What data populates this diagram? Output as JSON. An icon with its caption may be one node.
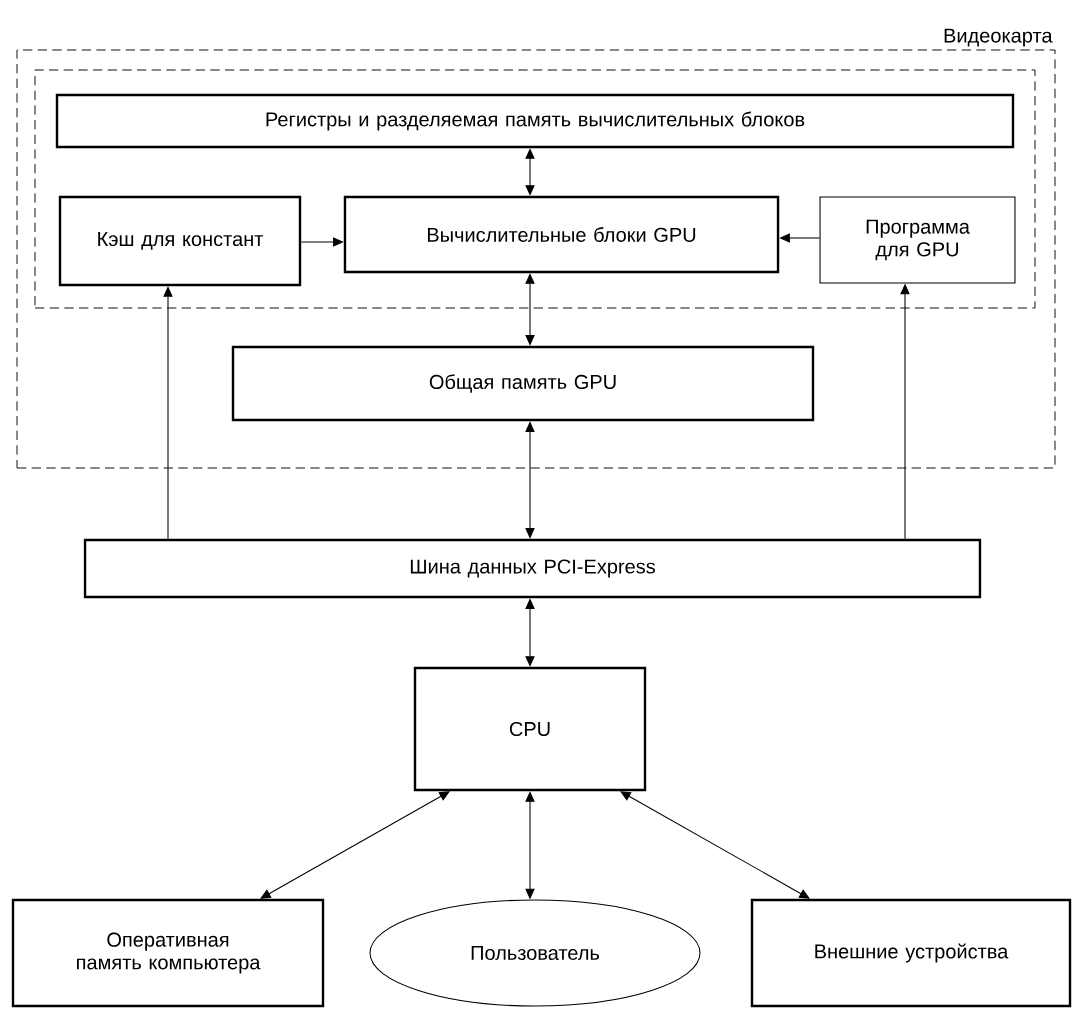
{
  "diagram": {
    "nodes": [
      {
        "text": [
          "Видеокарта"
        ]
      },
      {
        "text": [],
        "shape": "box",
        "in": 0
      },
      {
        "text": [
          "Регистры и разделяемая память вычислительных блоков"
        ],
        "in": 1
      },
      {
        "text": [
          "Кэш для констант"
        ],
        "in": 1
      },
      {
        "text": [
          "Вычислительные блоки GPU"
        ],
        "in": 1
      },
      {
        "text": [
          "Программа для GPU"
        ],
        "in": 1
      },
      {
        "text": [
          "Общая память GPU"
        ],
        "in": 0
      },
      {
        "text": [
          "Шина данных PCI-Express"
        ]
      },
      {
        "text": [
          "CPU"
        ]
      },
      {
        "text": [
          "Оперативная память компьютера"
        ]
      },
      {
        "text": [
          "Пользователь"
        ]
      },
      {
        "text": [
          "Внешние устройства"
        ]
      }
    ],
    "edges": [
      {
        "from": 2,
        "to": 4,
        "arrow": "both"
      },
      {
        "from": 3,
        "to": 4,
        "arrow": "to"
      },
      {
        "from": 5,
        "to": 4,
        "arrow": "to"
      },
      {
        "from": 4,
        "to": 6,
        "arrow": "both"
      },
      {
        "from": 6,
        "to": 7,
        "arrow": "both"
      },
      {
        "from": 7,
        "to": 3,
        "arrow": "to"
      },
      {
        "from": 7,
        "to": 5,
        "arrow": "to"
      },
      {
        "from": 7,
        "to": 8,
        "arrow": "both"
      },
      {
        "from": 8,
        "to": 9,
        "arrow": "both"
      },
      {
        "from": 8,
        "to": 10,
        "arrow": "both"
      },
      {
        "from": 8,
        "to": 11,
        "arrow": "both"
      }
    ]
  }
}
